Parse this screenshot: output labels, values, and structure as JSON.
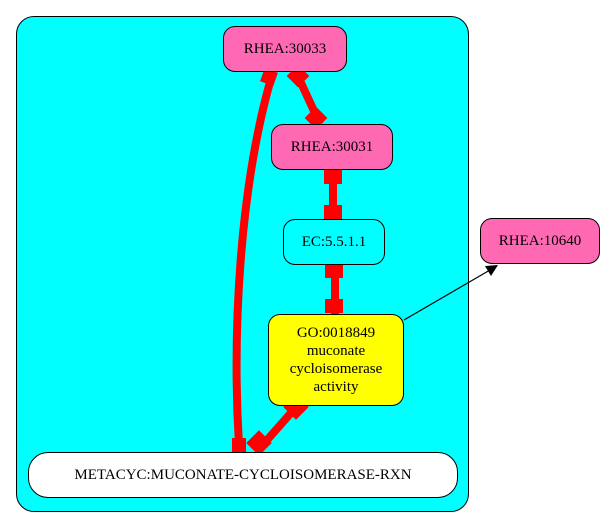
{
  "nodes": {
    "rhea_30033": "RHEA:30033",
    "rhea_30031": "RHEA:30031",
    "ec_5511": "EC:5.5.1.1",
    "go_0018849": {
      "id": "GO:0018849",
      "line1": "muconate",
      "line2": "cycloisomerase",
      "line3": "activity"
    },
    "metacyc": "METACYC:MUCONATE-CYCLOISOMERASE-RXN",
    "rhea_10640": "RHEA:10640"
  },
  "colors": {
    "cluster_fill": "#00ffff",
    "rhea_fill": "#ff69b4",
    "ec_fill": "#00ffff",
    "go_fill": "#ffff00",
    "metacyc_fill": "#ffffff",
    "strong_edge": "#ff0000",
    "weak_edge": "#000000"
  }
}
